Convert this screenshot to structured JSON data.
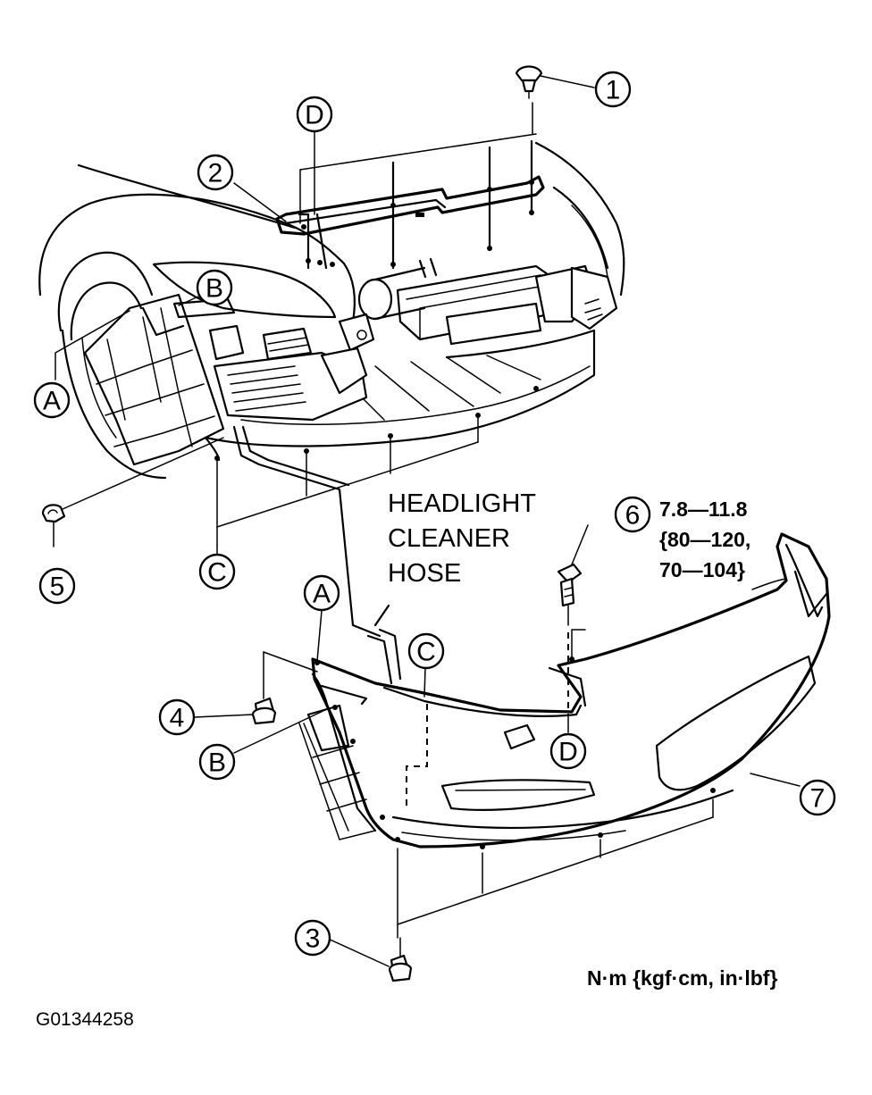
{
  "callouts": {
    "c1": "1",
    "c2": "2",
    "c3": "3",
    "c4": "4",
    "c5": "5",
    "c6": "6",
    "c7": "7",
    "dTop": "D",
    "bTop": "B",
    "aTop": "A",
    "cTop": "C",
    "aLow": "A",
    "cLow": "C",
    "bLow": "B",
    "dLow": "D"
  },
  "labels": {
    "hose_line1": "HEADLIGHT",
    "hose_line2": "CLEANER",
    "hose_line3": "HOSE"
  },
  "torque": {
    "line1": "7.8—11.8",
    "line2": "{80—120,",
    "line3": "70—104}"
  },
  "units": "N·m {kgf·cm, in·lbf}",
  "figure_id": "G01344258"
}
